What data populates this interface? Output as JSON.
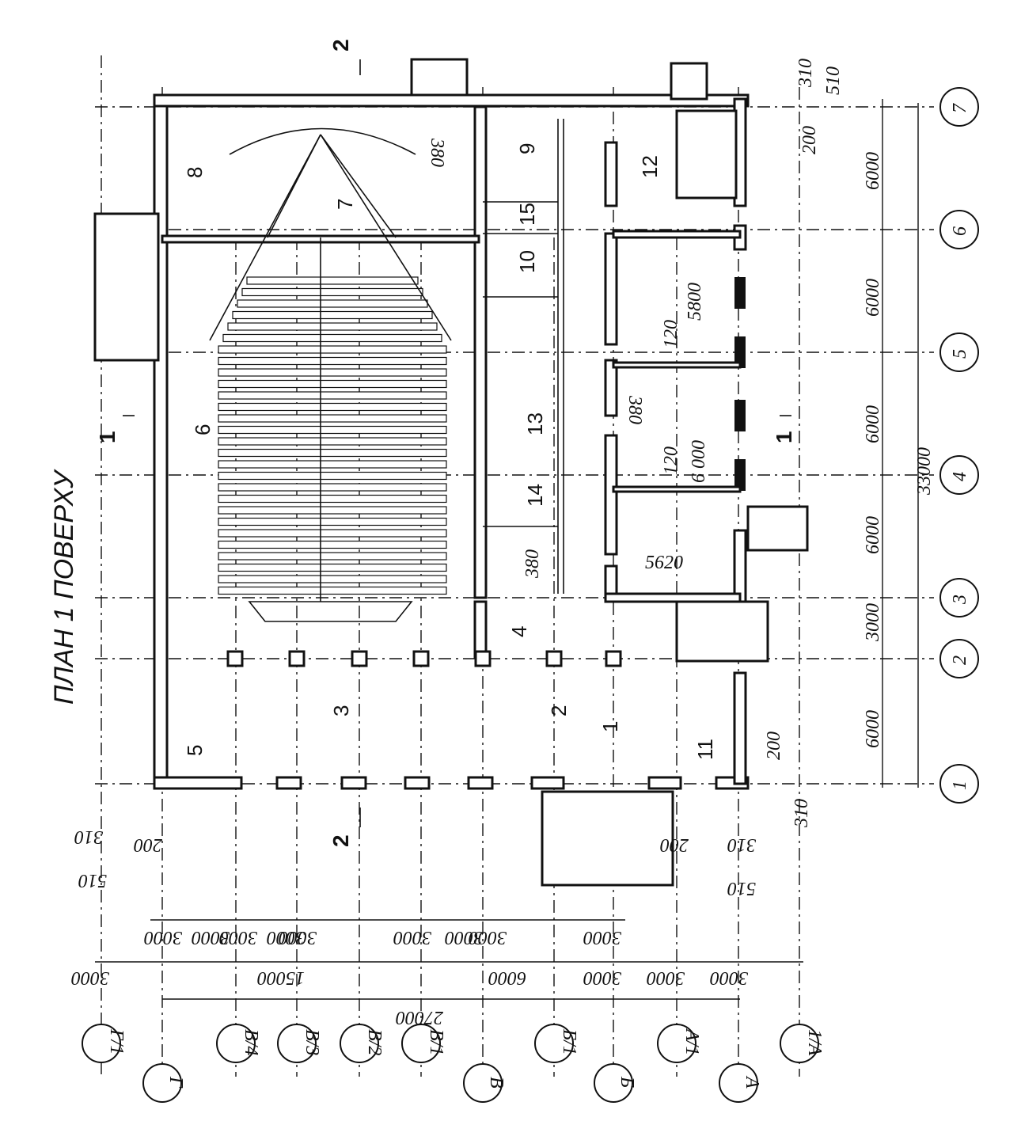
{
  "title": "ПЛАН 1 ПОВЕРХУ",
  "axes_numeric": [
    "1",
    "2",
    "3",
    "4",
    "5",
    "6",
    "7"
  ],
  "axes_letters": [
    "Г/1",
    "Г",
    "В/4",
    "В/3",
    "В/2",
    "В/1",
    "В",
    "Б/1",
    "Б",
    "А/1",
    "А",
    "1/А"
  ],
  "rooms": [
    "1",
    "2",
    "3",
    "4",
    "5",
    "6",
    "7",
    "8",
    "9",
    "10",
    "11",
    "12",
    "13",
    "14",
    "15"
  ],
  "section_marks": {
    "s1": "1",
    "s2": "2"
  },
  "dims_right": [
    "6000",
    "3000",
    "6000",
    "6000",
    "6000",
    "6000"
  ],
  "dims_right_total": "33000",
  "dims_right_top": [
    "310",
    "510",
    "200"
  ],
  "dims_right_bottom": [
    "200",
    "310"
  ],
  "dims_bottom_row1": [
    "3000",
    "3000",
    "3000",
    "3000",
    "3000",
    "3000",
    "3000",
    "3000",
    "3000"
  ],
  "dims_bottom_row2": [
    "3000",
    "15000",
    "6000",
    "3000",
    "3000",
    "3000"
  ],
  "dims_bottom_total": "27000",
  "dims_bottom_left": [
    "310",
    "510",
    "200"
  ],
  "dims_bottom_right": [
    "200",
    "310",
    "510"
  ],
  "interior_dims": [
    "380",
    "120",
    "5800",
    "380",
    "120",
    "6 000",
    "5620",
    "380"
  ]
}
